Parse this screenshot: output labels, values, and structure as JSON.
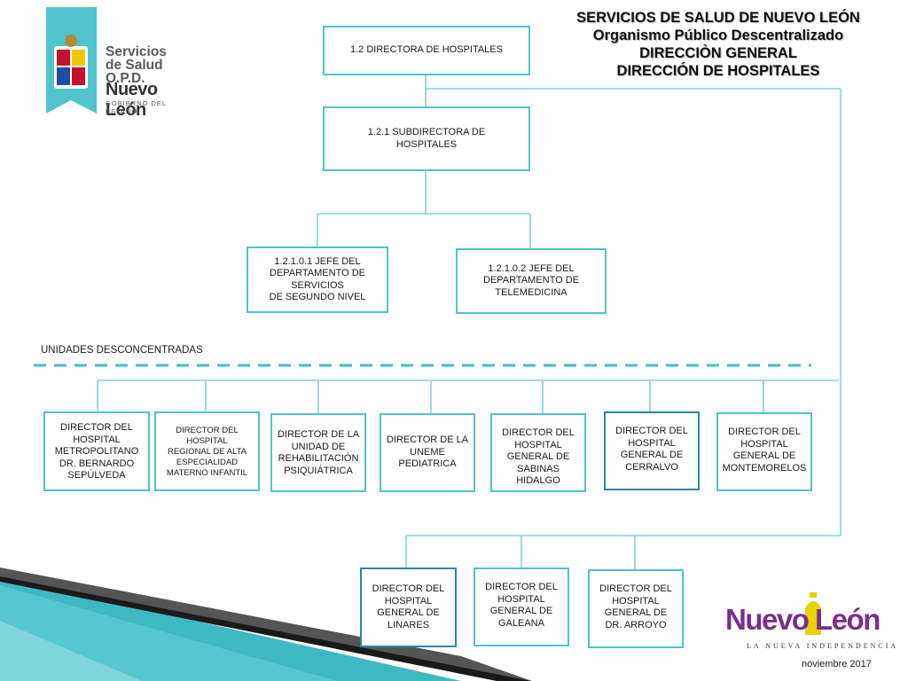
{
  "header": {
    "line1": "SERVICIOS DE SALUD DE NUEVO LEÓN",
    "line2": "Organismo Público Descentralizado",
    "line3": "DIRECCIÒN GENERAL",
    "line4": "DIRECCIÓN DE HOSPITALES"
  },
  "logo_left": {
    "line1": "Servicios",
    "line2": "de Salud O.P.D.",
    "line3": "Nuevo León",
    "line4": "GOBIERNO DEL ESTADO"
  },
  "logo_right": {
    "brand": "Nuevo León",
    "tagline": "LA NUEVA INDEPENDENCIA"
  },
  "units_label": "UNIDADES DESCONCENTRADAS",
  "date": "noviembre 2017",
  "nodes": {
    "directora": "1.2 DIRECTORA DE HOSPITALES",
    "subdirectora": "1.2.1 SUBDIRECTORA DE\nHOSPITALES",
    "jefe_segundo_nivel": "1.2.1.0.1 JEFE DEL\nDEPARTAMENTO DE\nSERVICIOS\nDE SEGUNDO NIVEL",
    "jefe_telemedicina": "1.2.1.0.2 JEFE DEL\nDEPARTAMENTO DE\nTELEMEDICINA",
    "metropolitano": "DIRECTOR DEL\nHOSPITAL\nMETROPOLITANO\nDR. BERNARDO\nSEPÚLVEDA",
    "materno_infantil": "DIRECTOR DEL\nHOSPITAL\nREGIONAL DE ALTA\nESPECIALIDAD\nMATERNO INFANTIL",
    "rehabilitacion": "DIRECTOR DE LA\nUNIDAD DE\nREHABILITACIÓN\nPSIQUIÁTRICA",
    "uneme": "DIRECTOR DE LA\nUNEME\nPEDIATRICA",
    "sabinas": "DIRECTOR DEL\nHOSPITAL\nGENERAL DE\nSABINAS HIDALGO",
    "cerralvo": "DIRECTOR DEL\nHOSPITAL\nGENERAL DE\nCERRALVO",
    "montemorelos": "DIRECTOR DEL\nHOSPITAL\nGENERAL DE\nMONTEMORELOS",
    "linares": "DIRECTOR DEL\nHOSPITAL\nGENERAL DE\nLINARES",
    "galeana": "DIRECTOR DEL\nHOSPITAL\nGENERAL DE\nGALEANA",
    "arroyo": "DIRECTOR DEL\nHOSPITAL\nGENERAL DE\nDR. ARROYO"
  },
  "colors": {
    "box_border": "#4fc4cc",
    "box_border_dark": "#2e86a6",
    "connector": "#7fd3d8",
    "dashed_line": "#3fc0c8",
    "brand_purple": "#7b2d8e"
  }
}
